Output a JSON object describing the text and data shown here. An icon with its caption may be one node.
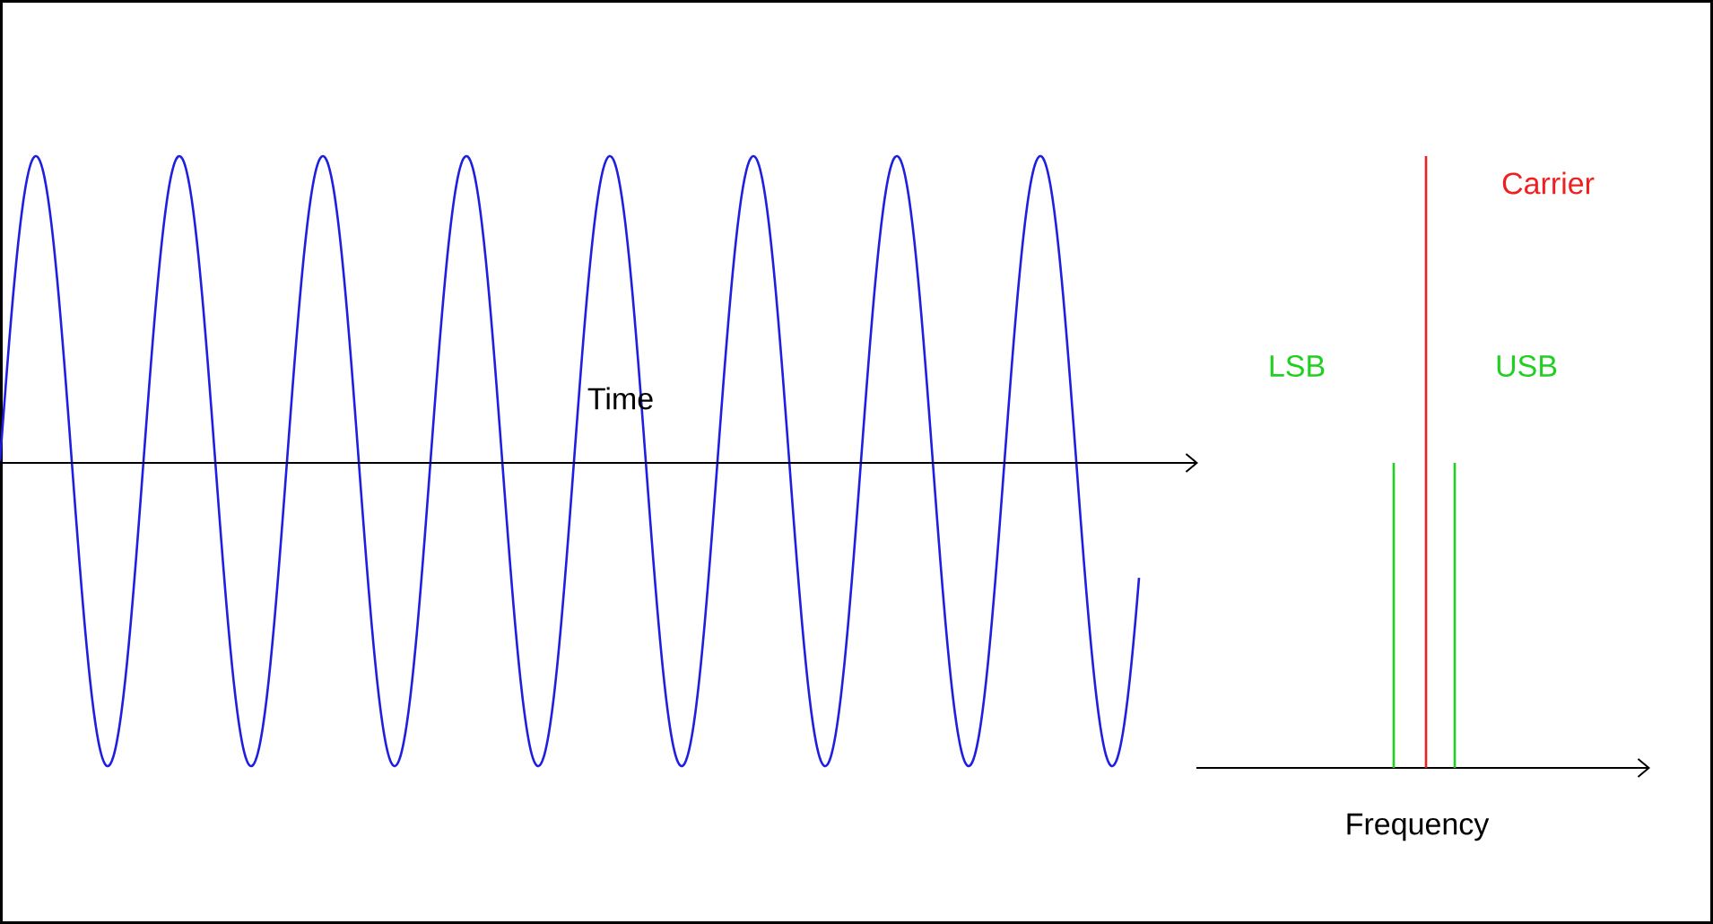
{
  "diagram": {
    "labels": [
      "Time",
      "Carrier",
      "LSB",
      "USB",
      "Frequency"
    ]
  }
}
